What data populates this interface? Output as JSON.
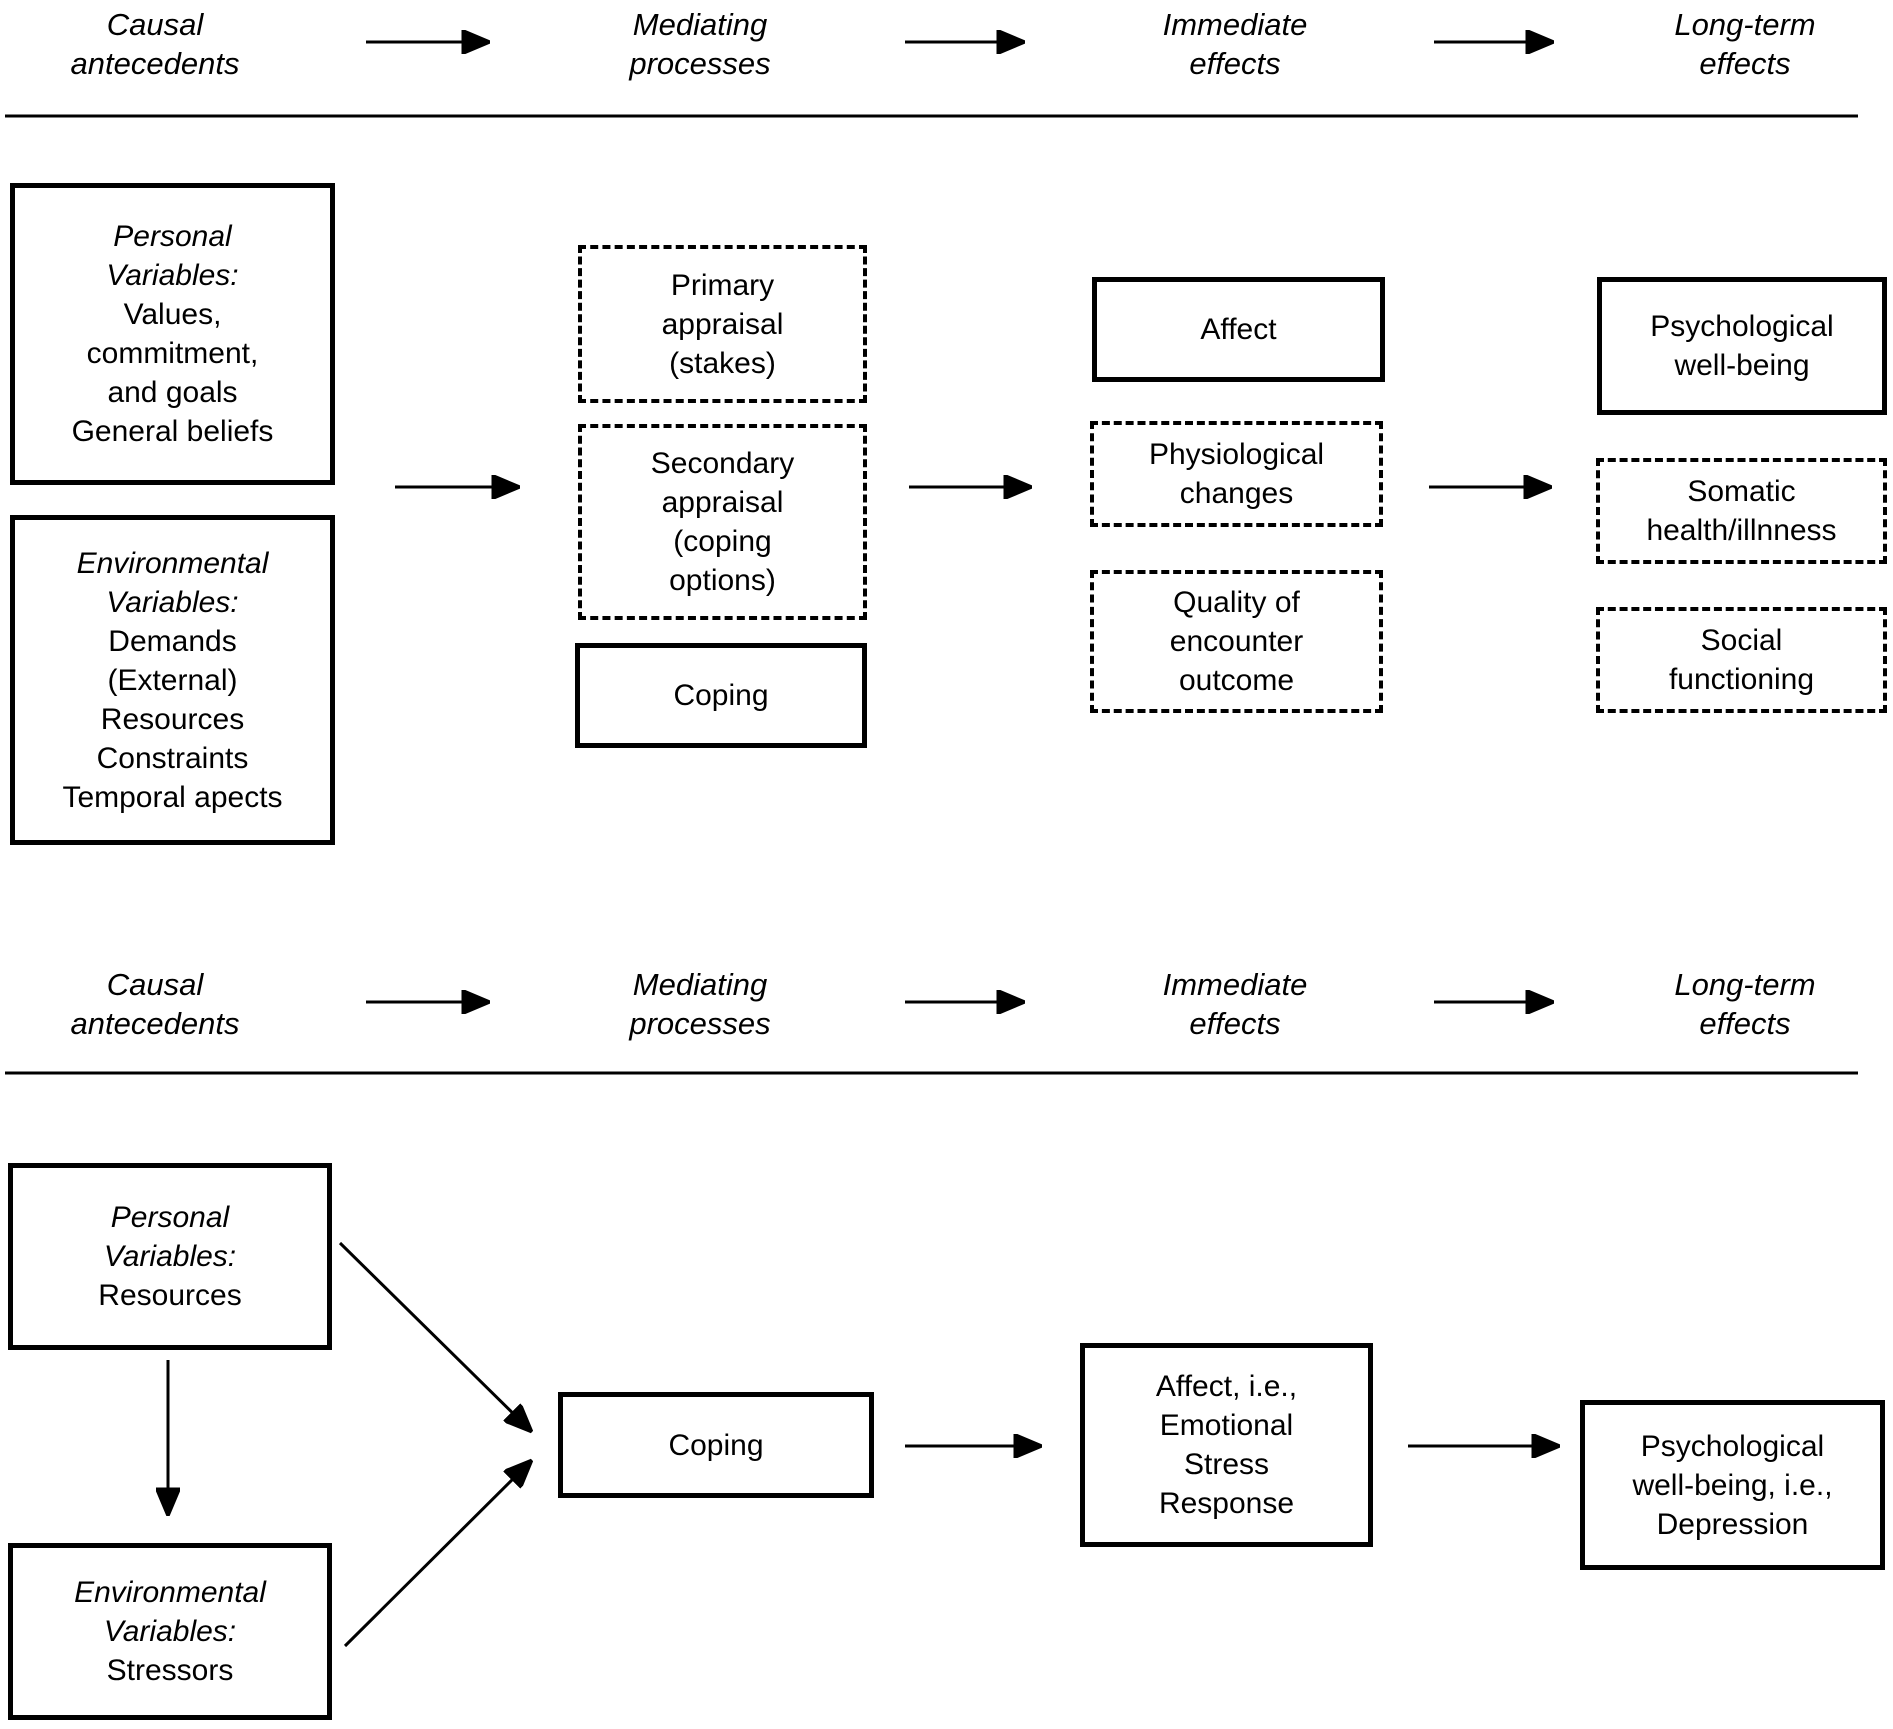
{
  "headers": {
    "row1": [
      {
        "label": "Causal\nantecedents"
      },
      {
        "label": "Mediating\nprocesses"
      },
      {
        "label": "Immediate\neffects"
      },
      {
        "label": "Long-term\neffects"
      }
    ],
    "row2": [
      {
        "label": "Causal\nantecedents"
      },
      {
        "label": "Mediating\nprocesses"
      },
      {
        "label": "Immediate\neffects"
      },
      {
        "label": "Long-term\neffects"
      }
    ]
  },
  "model1": {
    "personal_variables": {
      "title": "Personal\nVariables:",
      "lines": [
        "Values,",
        "commitment,",
        "and goals",
        "General beliefs"
      ]
    },
    "environmental_variables": {
      "title": "Environmental\nVariables:",
      "lines": [
        "Demands",
        "(External)",
        "Resources",
        "Constraints",
        "Temporal apects"
      ]
    },
    "primary_appraisal": {
      "label": "Primary\nappraisal\n(stakes)"
    },
    "secondary_appraisal": {
      "label": "Secondary\nappraisal\n(coping\noptions)"
    },
    "coping": {
      "label": "Coping"
    },
    "affect": {
      "label": "Affect"
    },
    "physiological_changes": {
      "label": "Physiological\nchanges"
    },
    "quality_of_encounter_outcome": {
      "label": "Quality of\nencounter\noutcome"
    },
    "psychological_wellbeing": {
      "label": "Psychological\nwell-being"
    },
    "somatic_health_illness": {
      "label": "Somatic\nhealth/illnness"
    },
    "social_functioning": {
      "label": "Social\nfunctioning"
    }
  },
  "model2": {
    "personal_variables": {
      "title": "Personal\nVariables:",
      "lines": [
        "Resources"
      ]
    },
    "environmental_variables": {
      "title": "Environmental\nVariables:",
      "lines": [
        "Stressors"
      ]
    },
    "coping": {
      "label": "Coping"
    },
    "affect_emotional_stress_response": {
      "label": "Affect, i.e.,\nEmotional\nStress\nResponse"
    },
    "psychological_wellbeing_depression": {
      "label": "Psychological\nwell-being, i.e.,\nDepression"
    }
  },
  "colors": {
    "ink": "#000000",
    "background": "#ffffff"
  }
}
